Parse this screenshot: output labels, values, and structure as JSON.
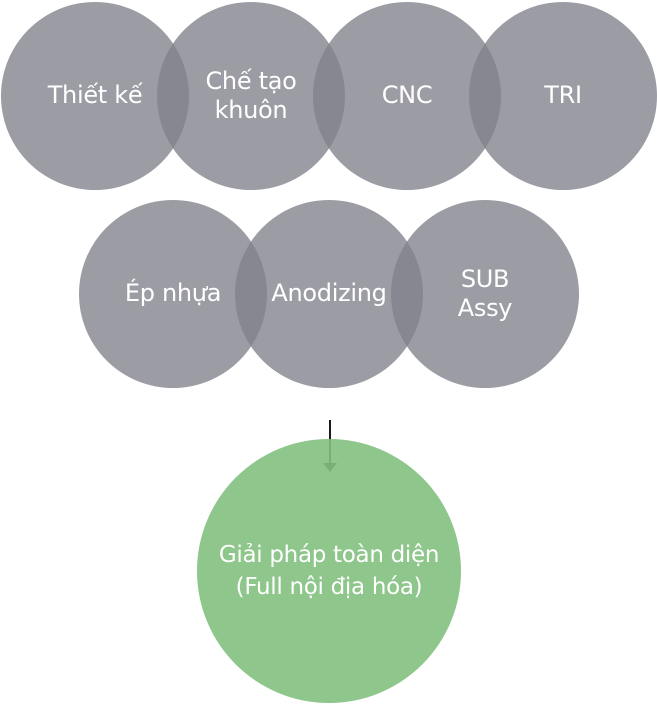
{
  "diagram": {
    "process_steps_row1": [
      {
        "label": "Thiết kế"
      },
      {
        "label": "Chế tạo\nkhuôn"
      },
      {
        "label": "CNC"
      },
      {
        "label": "TRI"
      }
    ],
    "process_steps_row2": [
      {
        "label": "Ép nhựa"
      },
      {
        "label": "Anodizing"
      },
      {
        "label": "SUB\nAssy"
      }
    ],
    "result": {
      "label": "Giải pháp toàn diện\n(Full nội địa hóa)"
    },
    "colors": {
      "step_circle": "#80828a",
      "result_circle": "#82c07e",
      "arrow": "#1a1a1a",
      "text": "#ffffff"
    }
  }
}
